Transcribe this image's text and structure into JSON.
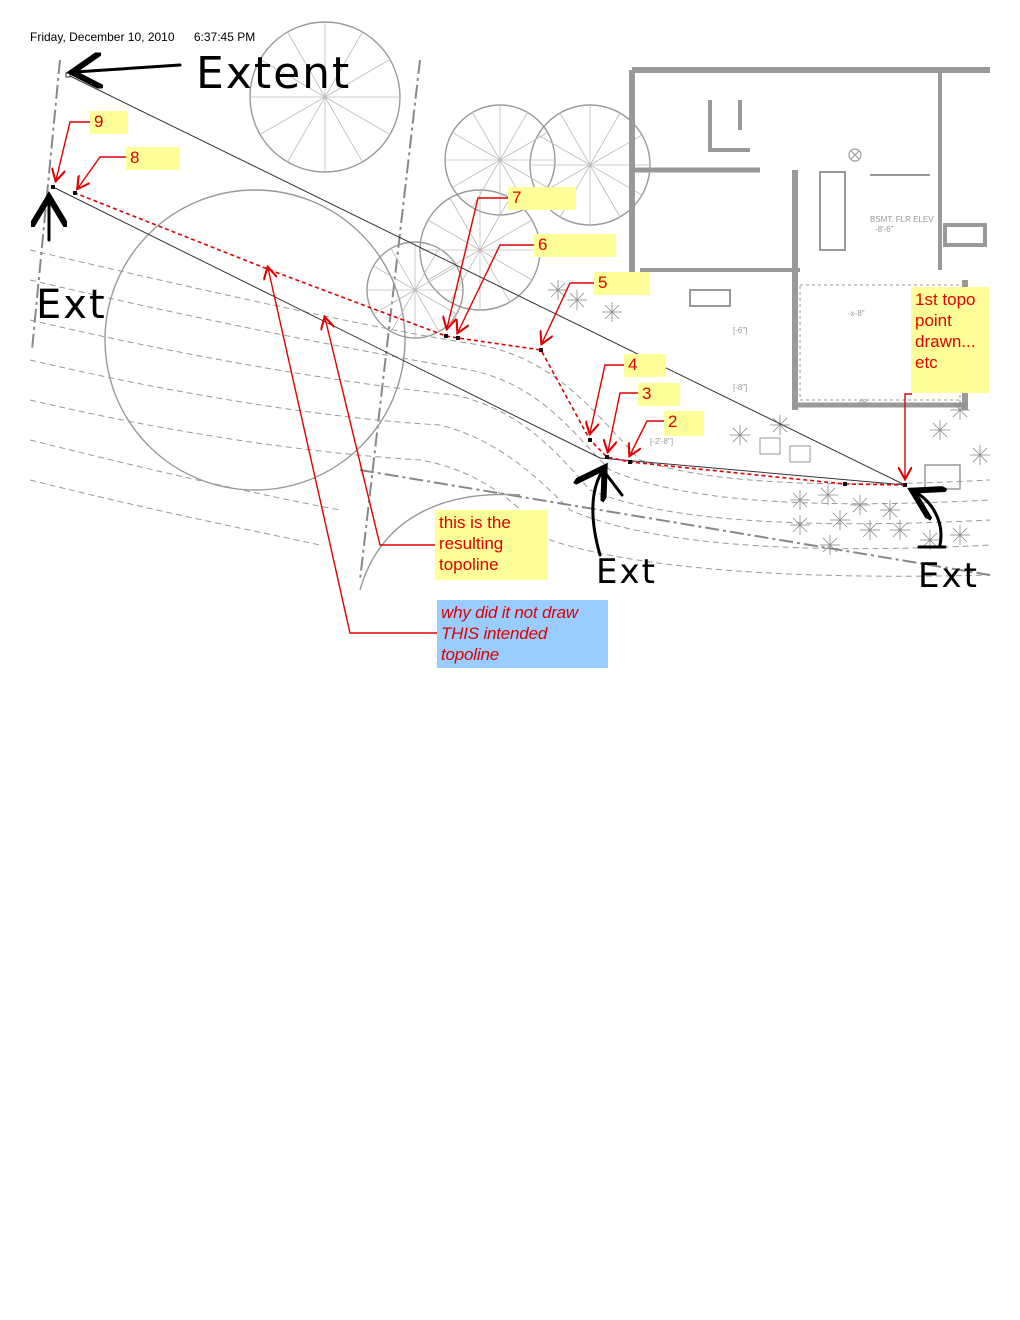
{
  "header": {
    "date": "Friday, December 10, 2010",
    "time": "6:37:45 PM"
  },
  "handwritten": {
    "extent": "Extent",
    "ext_left": "Ext",
    "ext_mid": "Ext",
    "ext_right": "Ext"
  },
  "points": [
    {
      "id": "p9",
      "label": "9"
    },
    {
      "id": "p8",
      "label": "8"
    },
    {
      "id": "p7",
      "label": "7"
    },
    {
      "id": "p6",
      "label": "6"
    },
    {
      "id": "p5",
      "label": "5"
    },
    {
      "id": "p4",
      "label": "4"
    },
    {
      "id": "p3",
      "label": "3"
    },
    {
      "id": "p2",
      "label": "2"
    }
  ],
  "annotations": {
    "first_point": "1st topo point drawn... etc",
    "resulting": "this is the resulting topoline",
    "intended": "why did it not draw THIS intended topoline"
  },
  "plan_labels": {
    "bsmt": "BSMT. FLR ELEV",
    "bsmt_val": "-8'-6\"",
    "dim1": "[-6\"]",
    "dim2": "[-8\"]",
    "dim3": "[-2'-8\"]",
    "dim4": "-x-8\"",
    "dim5": "48"
  },
  "colors": {
    "callout_yellow": "#ffff99",
    "callout_blue": "#99ccff",
    "annotation_red": "#e00000"
  }
}
